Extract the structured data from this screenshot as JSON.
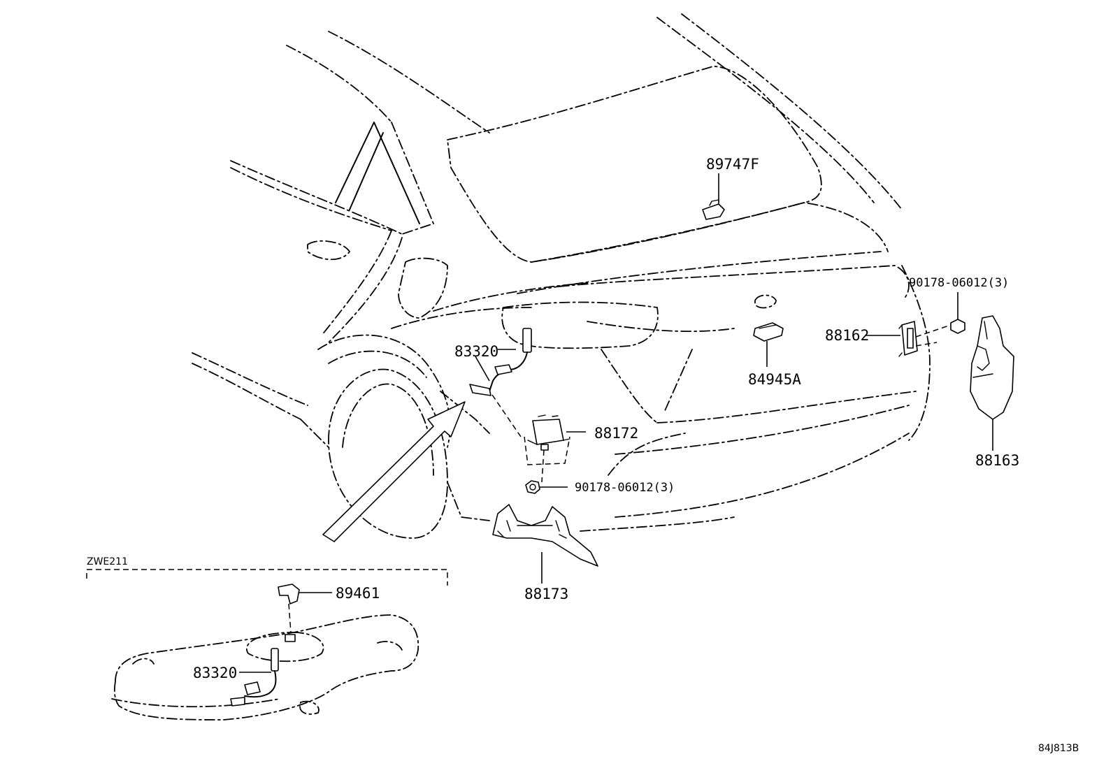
{
  "labels": {
    "p89747F": "89747F",
    "p83320_main": "83320",
    "p88172": "88172",
    "p90178_lower": "90178-06012(3)",
    "p88173": "88173",
    "p84945A": "84945A",
    "p88162": "88162",
    "p90178_upper": "90178-06012(3)",
    "p88163": "88163",
    "p89461": "89461",
    "p83320_inset": "83320"
  },
  "inset_label": "ZWE211",
  "figure_code": "84J813B"
}
